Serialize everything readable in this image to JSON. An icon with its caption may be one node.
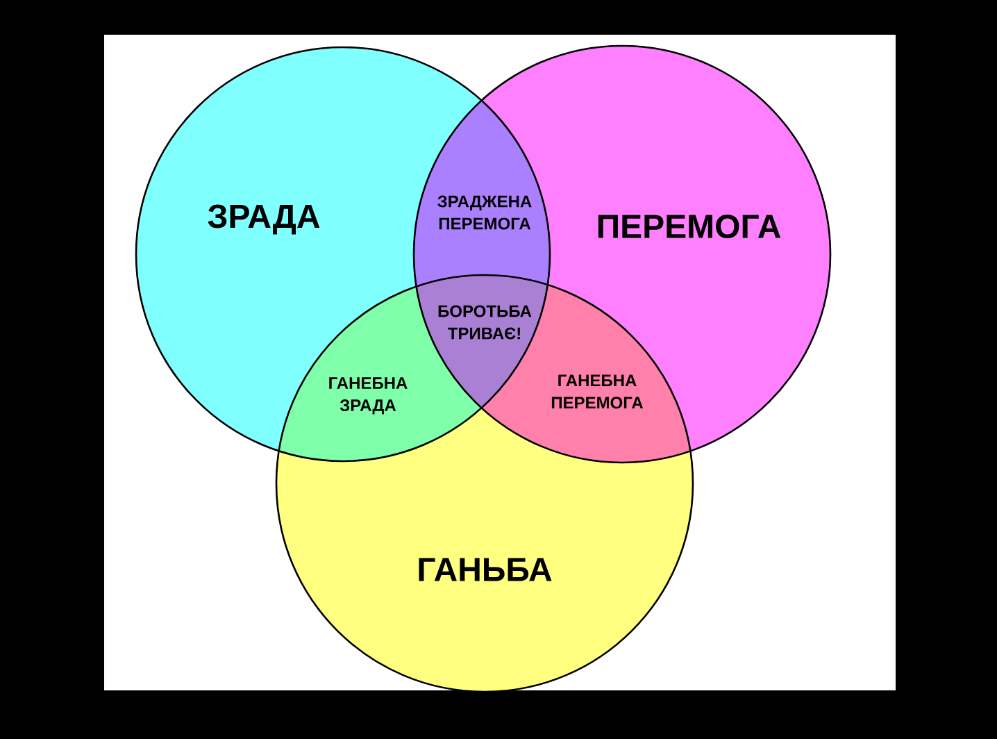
{
  "diagram": {
    "nodes": [
      {
        "text": [
          "ЗРАДА"
        ]
      },
      {
        "text": [
          "ПЕРЕМОГА"
        ]
      },
      {
        "text": [
          "ГАНЬБА"
        ]
      }
    ],
    "labels": [
      "ЗРАДЖЕНА ПЕРЕМОГА",
      "БОРОТЬБА ТРИВАЄ!",
      "ГАНЕБНА ЗРАДА",
      "ГАНЕБНА ПЕРЕМОГА"
    ]
  }
}
